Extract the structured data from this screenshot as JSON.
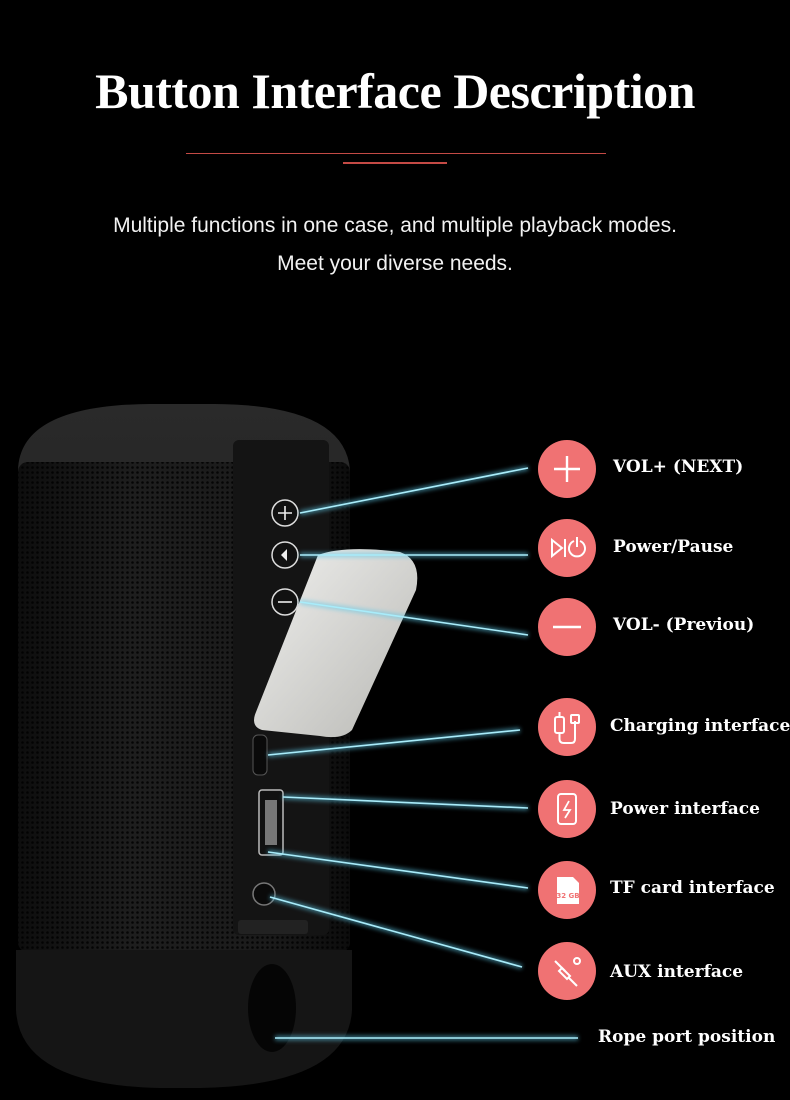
{
  "header": {
    "title": "Button Interface Description",
    "subtitle_line1": "Multiple functions in one case, and multiple playback modes.",
    "subtitle_line2": "Meet your diverse needs."
  },
  "features": [
    {
      "label": "VOL+ (NEXT)",
      "icon": "plus-icon"
    },
    {
      "label": "Power/Pause",
      "icon": "play-power-icon"
    },
    {
      "label": "VOL- (Previou)",
      "icon": "minus-icon"
    },
    {
      "label": "Charging interface",
      "icon": "usb-cable-icon"
    },
    {
      "label": "Power interface",
      "icon": "phone-charging-icon"
    },
    {
      "label": "TF card interface",
      "icon": "sd-card-icon"
    },
    {
      "label": "AUX interface",
      "icon": "aux-jack-icon"
    },
    {
      "label": "Rope port position",
      "icon": ""
    }
  ],
  "sd_card_text": "32 GB",
  "colors": {
    "background": "#000000",
    "accent": "#f07273",
    "rule": "#c44a45",
    "callout_line": "#6fd0ea"
  }
}
